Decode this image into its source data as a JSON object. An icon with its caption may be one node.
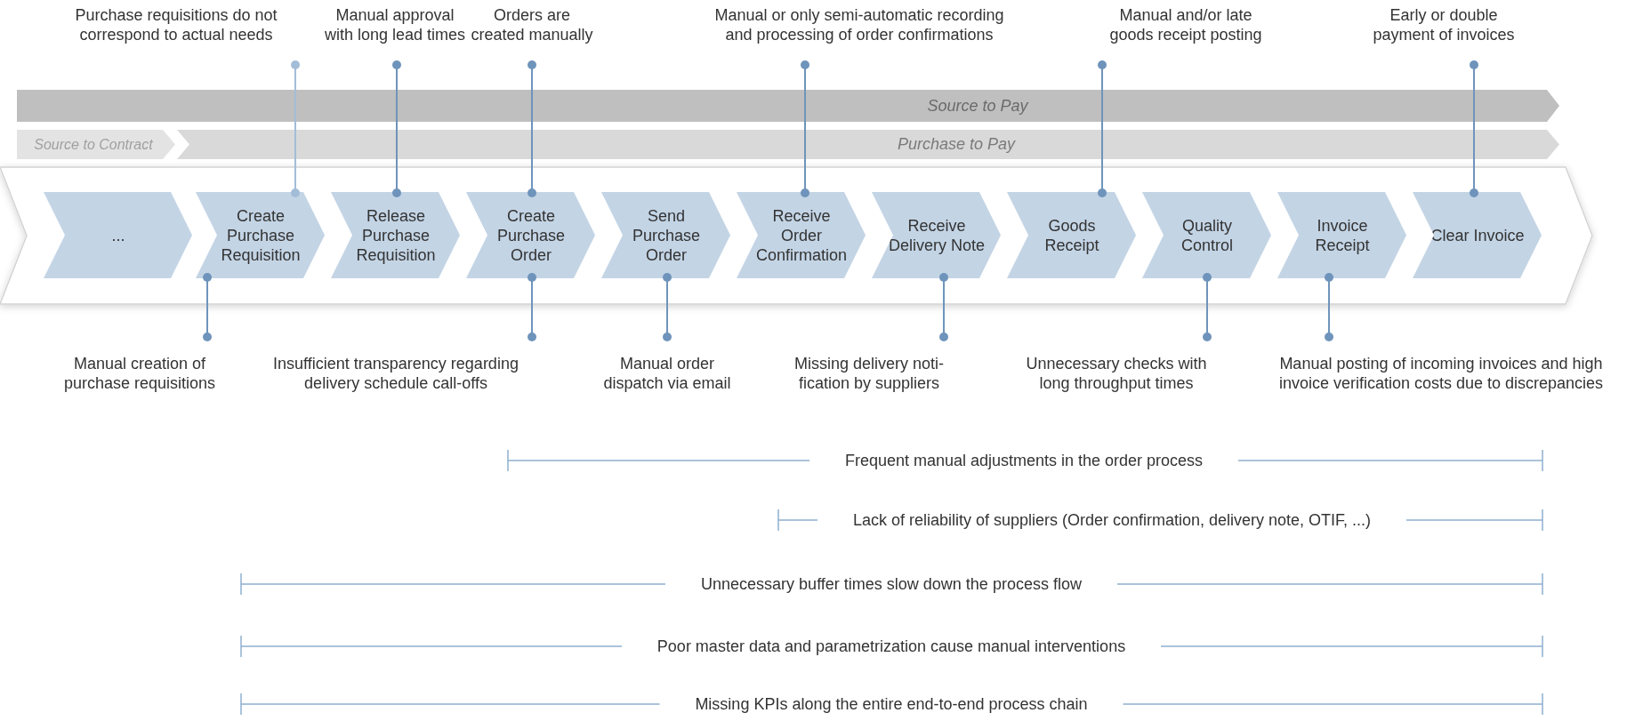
{
  "diagram": {
    "nodes": [
      {
        "text": [
          "Source to Pay"
        ]
      },
      {
        "text": [
          "Source to Contract"
        ]
      },
      {
        "text": [
          "Purchase to Pay"
        ]
      },
      {
        "text": [
          "..."
        ]
      },
      {
        "text": [
          "Create Purchase Requisition"
        ]
      },
      {
        "text": [
          "Release Purchase Requisition"
        ]
      },
      {
        "text": [
          "Create Purchase Order"
        ]
      },
      {
        "text": [
          "Send Purchase Order"
        ]
      },
      {
        "text": [
          "Receive Order Confirmation"
        ]
      },
      {
        "text": [
          "Receive Delivery Note"
        ]
      },
      {
        "text": [
          "Goods Receipt"
        ]
      },
      {
        "text": [
          "Quality Control"
        ]
      },
      {
        "text": [
          "Invoice Receipt"
        ]
      },
      {
        "text": [
          "Clear Invoice"
        ]
      },
      {
        "text": [
          "Purchase requisitions do not correspond to actual needs"
        ]
      },
      {
        "text": [
          "Manual approval with long lead times"
        ]
      },
      {
        "text": [
          "Orders are created manually"
        ]
      },
      {
        "text": [
          "Manual or only semi-automatic recording and processing of order confirmations"
        ]
      },
      {
        "text": [
          "Manual and/or late goods receipt posting"
        ]
      },
      {
        "text": [
          "Early or double payment of invoices"
        ]
      },
      {
        "text": [
          "Manual creation of purchase requisitions"
        ]
      },
      {
        "text": [
          "Insufficient transparency regarding delivery schedule call-offs"
        ]
      },
      {
        "text": [
          "Manual order dispatch via email"
        ]
      },
      {
        "text": [
          "Missing delivery noti-fication by suppliers"
        ]
      },
      {
        "text": [
          "Unnecessary checks with long throughput times"
        ]
      },
      {
        "text": [
          "Manual posting of incoming invoices and high invoice verification costs due to discrepancies"
        ]
      }
    ],
    "edges": [
      {
        "from": 14,
        "to": 4,
        "arrow": "other",
        "color": "#a3bdd8"
      },
      {
        "from": 15,
        "to": 5,
        "arrow": "other"
      },
      {
        "from": 16,
        "to": 6,
        "arrow": "other"
      },
      {
        "from": 17,
        "to": 8,
        "arrow": "other"
      },
      {
        "from": 18,
        "to": 10,
        "arrow": "other"
      },
      {
        "from": 19,
        "to": 13,
        "arrow": "other"
      },
      {
        "from": 20,
        "to": 4,
        "arrow": "other"
      },
      {
        "from": 21,
        "to": 6,
        "arrow": "other"
      },
      {
        "from": 22,
        "to": 7,
        "arrow": "other"
      },
      {
        "from": 23,
        "to": 9,
        "arrow": "other"
      },
      {
        "from": 24,
        "to": 11,
        "arrow": "other"
      },
      {
        "from": 25,
        "to": 12,
        "arrow": "other"
      }
    ],
    "labels": [
      "Frequent manual adjustments in the order process",
      "Lack of reliability of suppliers (Order confirmation, delivery note, OTIF, ...)",
      "Unnecessary buffer times slow down the process flow",
      "Poor master data and parametrization cause manual interventions",
      "Missing KPIs along the entire end-to-end process chain"
    ]
  }
}
